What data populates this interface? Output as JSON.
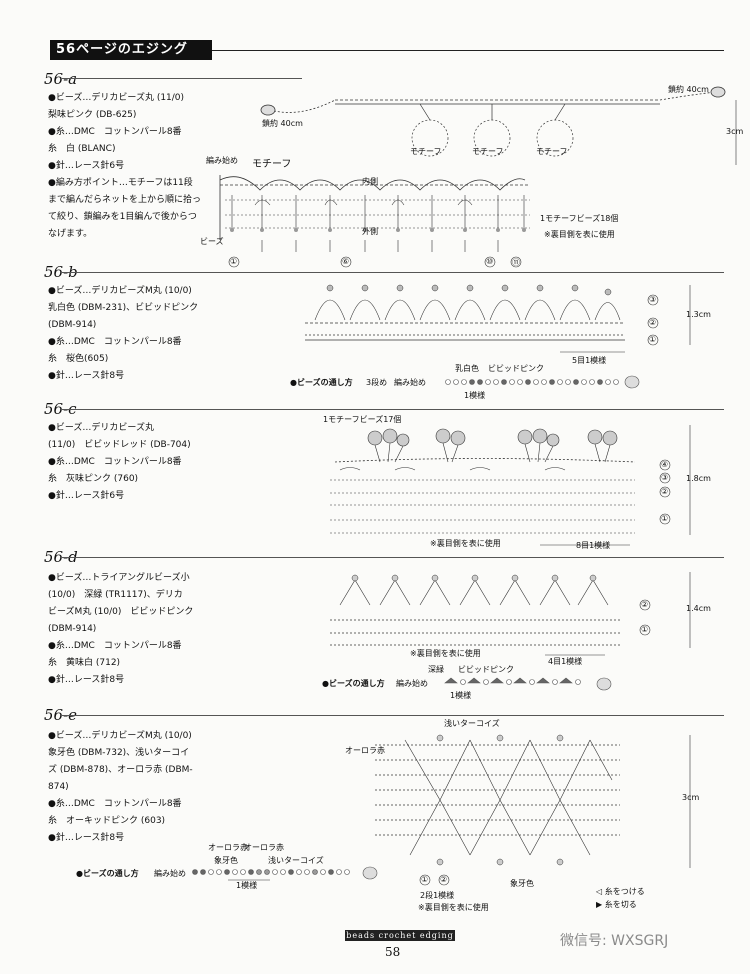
{
  "header": {
    "title": "56ページのエジング"
  },
  "sections": [
    {
      "id": "56-a",
      "materials": [
        "●ビーズ…デリカビーズ丸 (11/0)",
        "梨味ピンク (DB-625)",
        "●糸…DMC　コットンパール8番",
        "糸　白 (BLANC)",
        "●針…レース針6号",
        "●編み方ポイント…モチーフは11段",
        "まで編んだらネットを上から順に拾っ",
        "て絞り、鎖編みを1目編んで後からつ",
        "なげます。"
      ],
      "labels": {
        "chain_left": "鎖約 40cm",
        "chain_right": "鎖約 40cm",
        "height": "3cm",
        "motif": "モチーフ",
        "start": "編み始め",
        "motif_title": "モチーフ",
        "inner": "内側",
        "outer": "外側",
        "bead": "ビーズ",
        "beads_per_motif": "1モチーフビーズ18個",
        "reverse_note": "※裏目側を表に使用",
        "row_nums": [
          "①",
          "⑥",
          "⑩",
          "⑪"
        ]
      }
    },
    {
      "id": "56-b",
      "materials": [
        "●ビーズ…デリカビーズM丸 (10/0)",
        "乳白色 (DBM-231)、ビビッドピンク",
        "(DBM-914)",
        "●糸…DMC　コットンパール8番",
        "糸　桜色(605)",
        "●針…レース針8号"
      ],
      "labels": {
        "height": "1.3cm",
        "repeat": "5目1模様",
        "bead_order_title": "●ビーズの通し方",
        "bead_order_sub": "3段め",
        "bead_order_start": "編み始め",
        "color1": "乳白色",
        "color2": "ビビッドピンク",
        "pattern": "1模様",
        "row_nums": [
          "③",
          "②",
          "①"
        ]
      }
    },
    {
      "id": "56-c",
      "materials": [
        "●ビーズ…デリカビーズ丸",
        "(11/0)　ビビッドレッド (DB-704)",
        "●糸…DMC　コットンパール8番",
        "糸　灰味ピンク (760)",
        "●針…レース針6号"
      ],
      "labels": {
        "beads_per_motif": "1モチーフビーズ17個",
        "height": "1.8cm",
        "reverse_note": "※裏目側を表に使用",
        "repeat": "8目1模様",
        "row_nums": [
          "④",
          "③",
          "②",
          "①"
        ]
      }
    },
    {
      "id": "56-d",
      "materials": [
        "●ビーズ…トライアングルビーズ小",
        "(10/0)　深緑 (TR1117)、デリカ",
        "ビーズM丸 (10/0)　ビビッドピンク",
        "(DBM-914)",
        "●糸…DMC　コットンパール8番",
        "糸　黄味白 (712)",
        "●針…レース針8号"
      ],
      "labels": {
        "height": "1.4cm",
        "reverse_note": "※裏目側を表に使用",
        "repeat": "4目1模様",
        "bead_order_title": "●ビーズの通し方",
        "bead_order_start": "編み始め",
        "color1": "深緑",
        "color2": "ビビッドピンク",
        "pattern": "1模様",
        "row_nums": [
          "②",
          "①"
        ]
      }
    },
    {
      "id": "56-e",
      "materials": [
        "●ビーズ…デリカビーズM丸 (10/0)",
        "象牙色 (DBM-732)、浅いターコイ",
        "ズ (DBM-878)、オーロラ赤 (DBM-",
        "874)",
        "●糸…DMC　コットンパール8番",
        "糸　オーキッドピンク (603)",
        "●針…レース針8号"
      ],
      "labels": {
        "turquoise": "浅いターコイズ",
        "aurora": "オーロラ赤",
        "height": "3cm",
        "bead_order_title": "●ビーズの通し方",
        "bead_order_start": "編み始め",
        "aurora1": "オーロラ赤",
        "aurora2": "オーロラ赤",
        "ivory": "象牙色",
        "turq2": "浅いターコイズ",
        "pattern": "1模様",
        "two_rows": "2段1模様",
        "ivory2": "象牙色",
        "reverse_note": "※裏目側を表に使用",
        "legend_attach": "◁ 糸をつける",
        "legend_cut": "▶ 糸を切る",
        "row_nums": [
          "①",
          "②"
        ]
      }
    }
  ],
  "footer": {
    "series": "beads crochet edging",
    "page": "58",
    "watermark": "微信号: WXSGRJ"
  }
}
